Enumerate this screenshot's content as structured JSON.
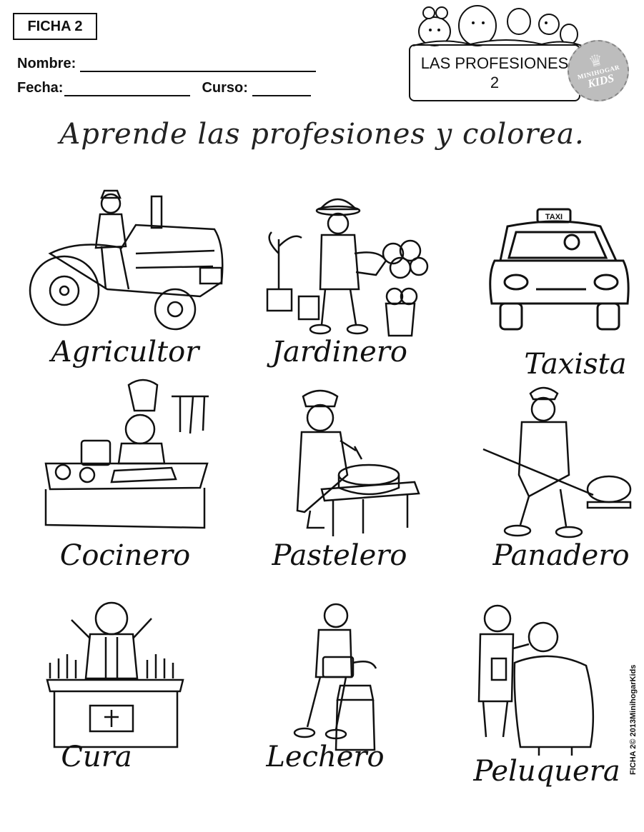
{
  "header": {
    "ficha": "FICHA 2",
    "name_label": "Nombre:",
    "date_label": "Fecha:",
    "course_label": "Curso:"
  },
  "title_box": {
    "line1": "LAS PROFESIONES",
    "line2": "2"
  },
  "logo": {
    "line1": "MINIHOGAR",
    "line2": "KIDS"
  },
  "instruction": "Aprende las profesiones y colorea.",
  "professions": [
    {
      "label": "Agricultor",
      "icon": "farmer-tractor-icon"
    },
    {
      "label": "Jardinero",
      "icon": "gardener-icon"
    },
    {
      "label": "Taxista",
      "icon": "taxi-icon"
    },
    {
      "label": "Cocinero",
      "icon": "chef-icon"
    },
    {
      "label": "Pastelero",
      "icon": "pastry-chef-icon"
    },
    {
      "label": "Panadero",
      "icon": "baker-icon"
    },
    {
      "label": "Cura",
      "icon": "priest-icon"
    },
    {
      "label": "Lechero",
      "icon": "milkman-icon"
    },
    {
      "label": "Peluquera",
      "icon": "hairdresser-icon"
    }
  ],
  "copyright": "FICHA 2© 2013MinihogarKids"
}
